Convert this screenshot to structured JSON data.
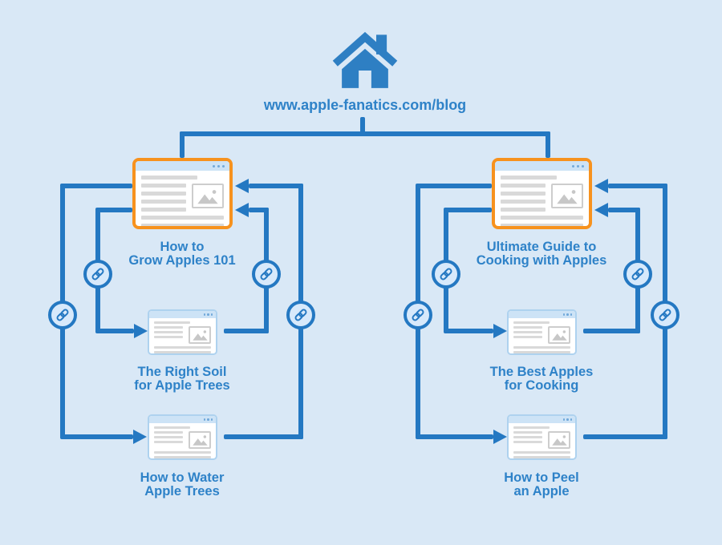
{
  "home": {
    "url": "www.apple-fanatics.com/blog"
  },
  "clusters": [
    {
      "pillar": {
        "line1": "How to",
        "line2": "Grow Apples 101",
        "highlighted": true
      },
      "subpages": [
        {
          "line1": "The Right Soil",
          "line2": "for Apple Trees"
        },
        {
          "line1": "How to Water",
          "line2": "Apple Trees"
        }
      ]
    },
    {
      "pillar": {
        "line1": "Ultimate Guide to",
        "line2": "Cooking with Apples",
        "highlighted": true
      },
      "subpages": [
        {
          "line1": "The Best Apples",
          "line2": "for Cooking"
        },
        {
          "line1": "How to Peel",
          "line2": "an Apple"
        }
      ]
    }
  ],
  "icons": {
    "home": "home-icon",
    "link": "link-icon",
    "image_placeholder": "image-placeholder-icon",
    "window_dots": "window-dots"
  },
  "colors": {
    "background": "#d9e8f6",
    "line_blue": "#2478c2",
    "text_blue": "#2e82c8",
    "highlight_orange": "#f7921e",
    "card_titlebar": "#cde3f6",
    "card_border": "#aed2ef",
    "window_dot": "#72a9da",
    "placeholder_gray": "#d9d9d9",
    "image_gray": "#c7c7c7",
    "badge_fill": "#d7e9fb"
  }
}
